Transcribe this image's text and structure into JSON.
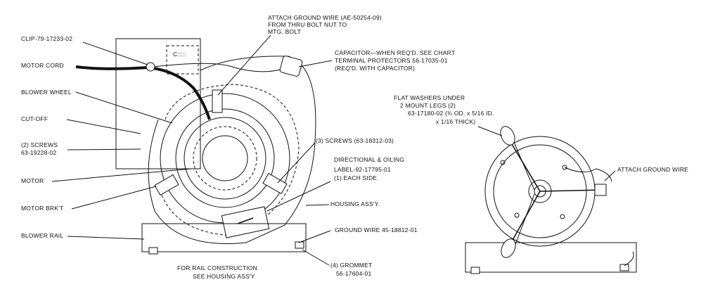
{
  "left_view": {
    "labels": {
      "clip": "CLIP-79-17233-02",
      "motor_cord": "MOTOR CORD",
      "blower_wheel": "BLOWER WHEEL",
      "cut_off": "CUT-OFF",
      "screws_left_1": "(2) SCREWS",
      "screws_left_2": "63-19228-02",
      "motor": "MOTOR",
      "motor_bracket": "MOTOR BRK'T",
      "blower_rail": "BLOWER RAIL",
      "attach_ground_1": "ATTACH GROUND WIRE (AE-50254-09)",
      "attach_ground_2": "FROM THRU BOLT NUT TO",
      "attach_ground_3": "MTG. BOLT",
      "capacitor_1": "CAPACITOR—WHEN REQ'D. SEE CHART",
      "capacitor_2": "TERMINAL PROTECTORS 56-17035-01",
      "capacitor_3": "(REQ'D. WITH CAPACITOR)",
      "screws_right": "(3) SCREWS (63-18312-03)",
      "directional_1": "DIRECTIONAL & OILING",
      "directional_2": "LABEL-92-17795-01",
      "directional_3": "(1) EACH SIDE",
      "housing": "HOUSING ASS'Y.",
      "ground_wire": "GROUND WIRE 45-18812-01",
      "grommet_1": "(4) GROMMET",
      "grommet_2": "56-17604-01",
      "rail_note_1": "FOR RAIL CONSTRUCTION",
      "rail_note_2": "SEE HOUSING ASS'Y"
    }
  },
  "right_view": {
    "labels": {
      "washers_1": "FLAT WASHERS UNDER",
      "washers_2": "2 MOUNT LEGS (2)",
      "washers_3": "63-17180-02 (¾ OD. x 5/16 ID.",
      "washers_4": "x 1/16 THICK)",
      "attach_ground": "ATTACH GROUND WIRE"
    }
  }
}
